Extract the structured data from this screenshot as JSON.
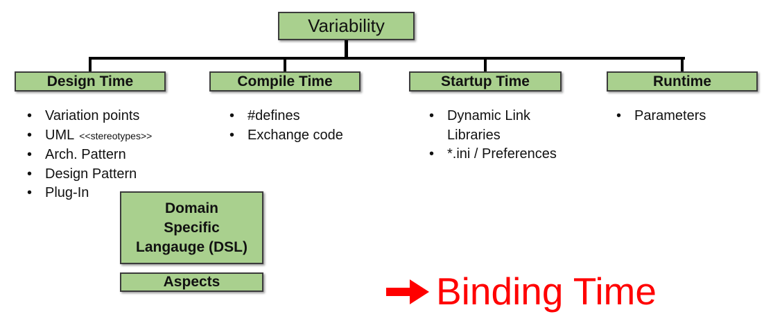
{
  "root_label": "Variability",
  "list_bullet": "•",
  "branches": [
    {
      "title": "Design Time",
      "items": [
        {
          "text": "Variation points"
        },
        {
          "text": "UML",
          "small": "<<stereotypes>>"
        },
        {
          "text": "Arch. Pattern"
        },
        {
          "text": "Design Pattern"
        },
        {
          "text": "Plug-In"
        }
      ]
    },
    {
      "title": "Compile Time",
      "items": [
        {
          "text": "#defines"
        },
        {
          "text": "Exchange code"
        }
      ]
    },
    {
      "title": "Startup Time",
      "items": [
        {
          "text": "Dynamic Link Libraries"
        },
        {
          "text": "*.ini / Preferences"
        }
      ]
    },
    {
      "title": "Runtime",
      "items": [
        {
          "text": "Parameters"
        }
      ]
    }
  ],
  "floating_boxes": {
    "dsl_lines": [
      "Domain",
      "Specific",
      "Langauge (DSL)"
    ],
    "aspects_label": "Aspects"
  },
  "annotation": {
    "label": "Binding Time"
  },
  "colors": {
    "box_fill": "#a9d08e",
    "box_border": "#3b3b3b",
    "connector": "#000000",
    "annotation_red": "#ff0000"
  }
}
